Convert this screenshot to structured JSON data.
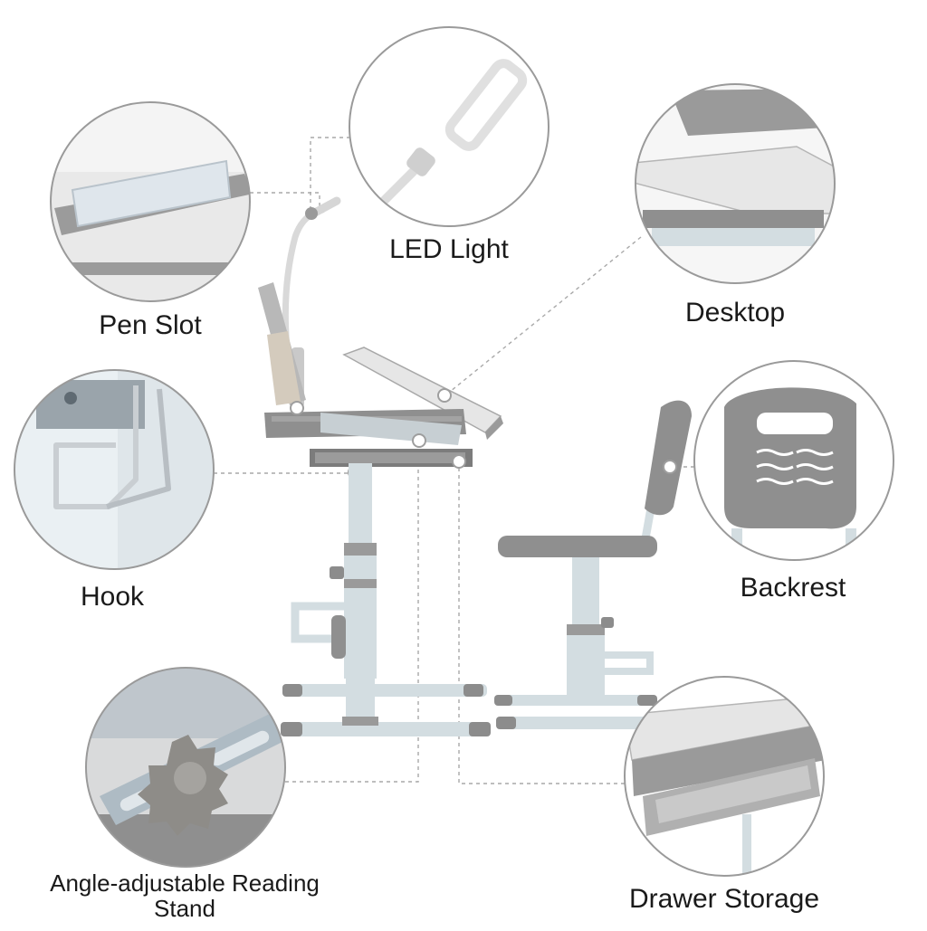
{
  "callouts": {
    "led_light": "LED Light",
    "pen_slot": "Pen Slot",
    "desktop": "Desktop",
    "hook": "Hook",
    "backrest": "Backrest",
    "reading_stand_line1": "Angle-adjustable Reading",
    "reading_stand_line2": "Stand",
    "drawer_storage": "Drawer Storage"
  },
  "colors": {
    "frame_light": "#d3dde1",
    "plastic_grey": "#8f8f8f",
    "desktop_top": "#e7e7e7",
    "callout_ring": "#9a9a9a",
    "label_text": "#1a1a1a"
  }
}
